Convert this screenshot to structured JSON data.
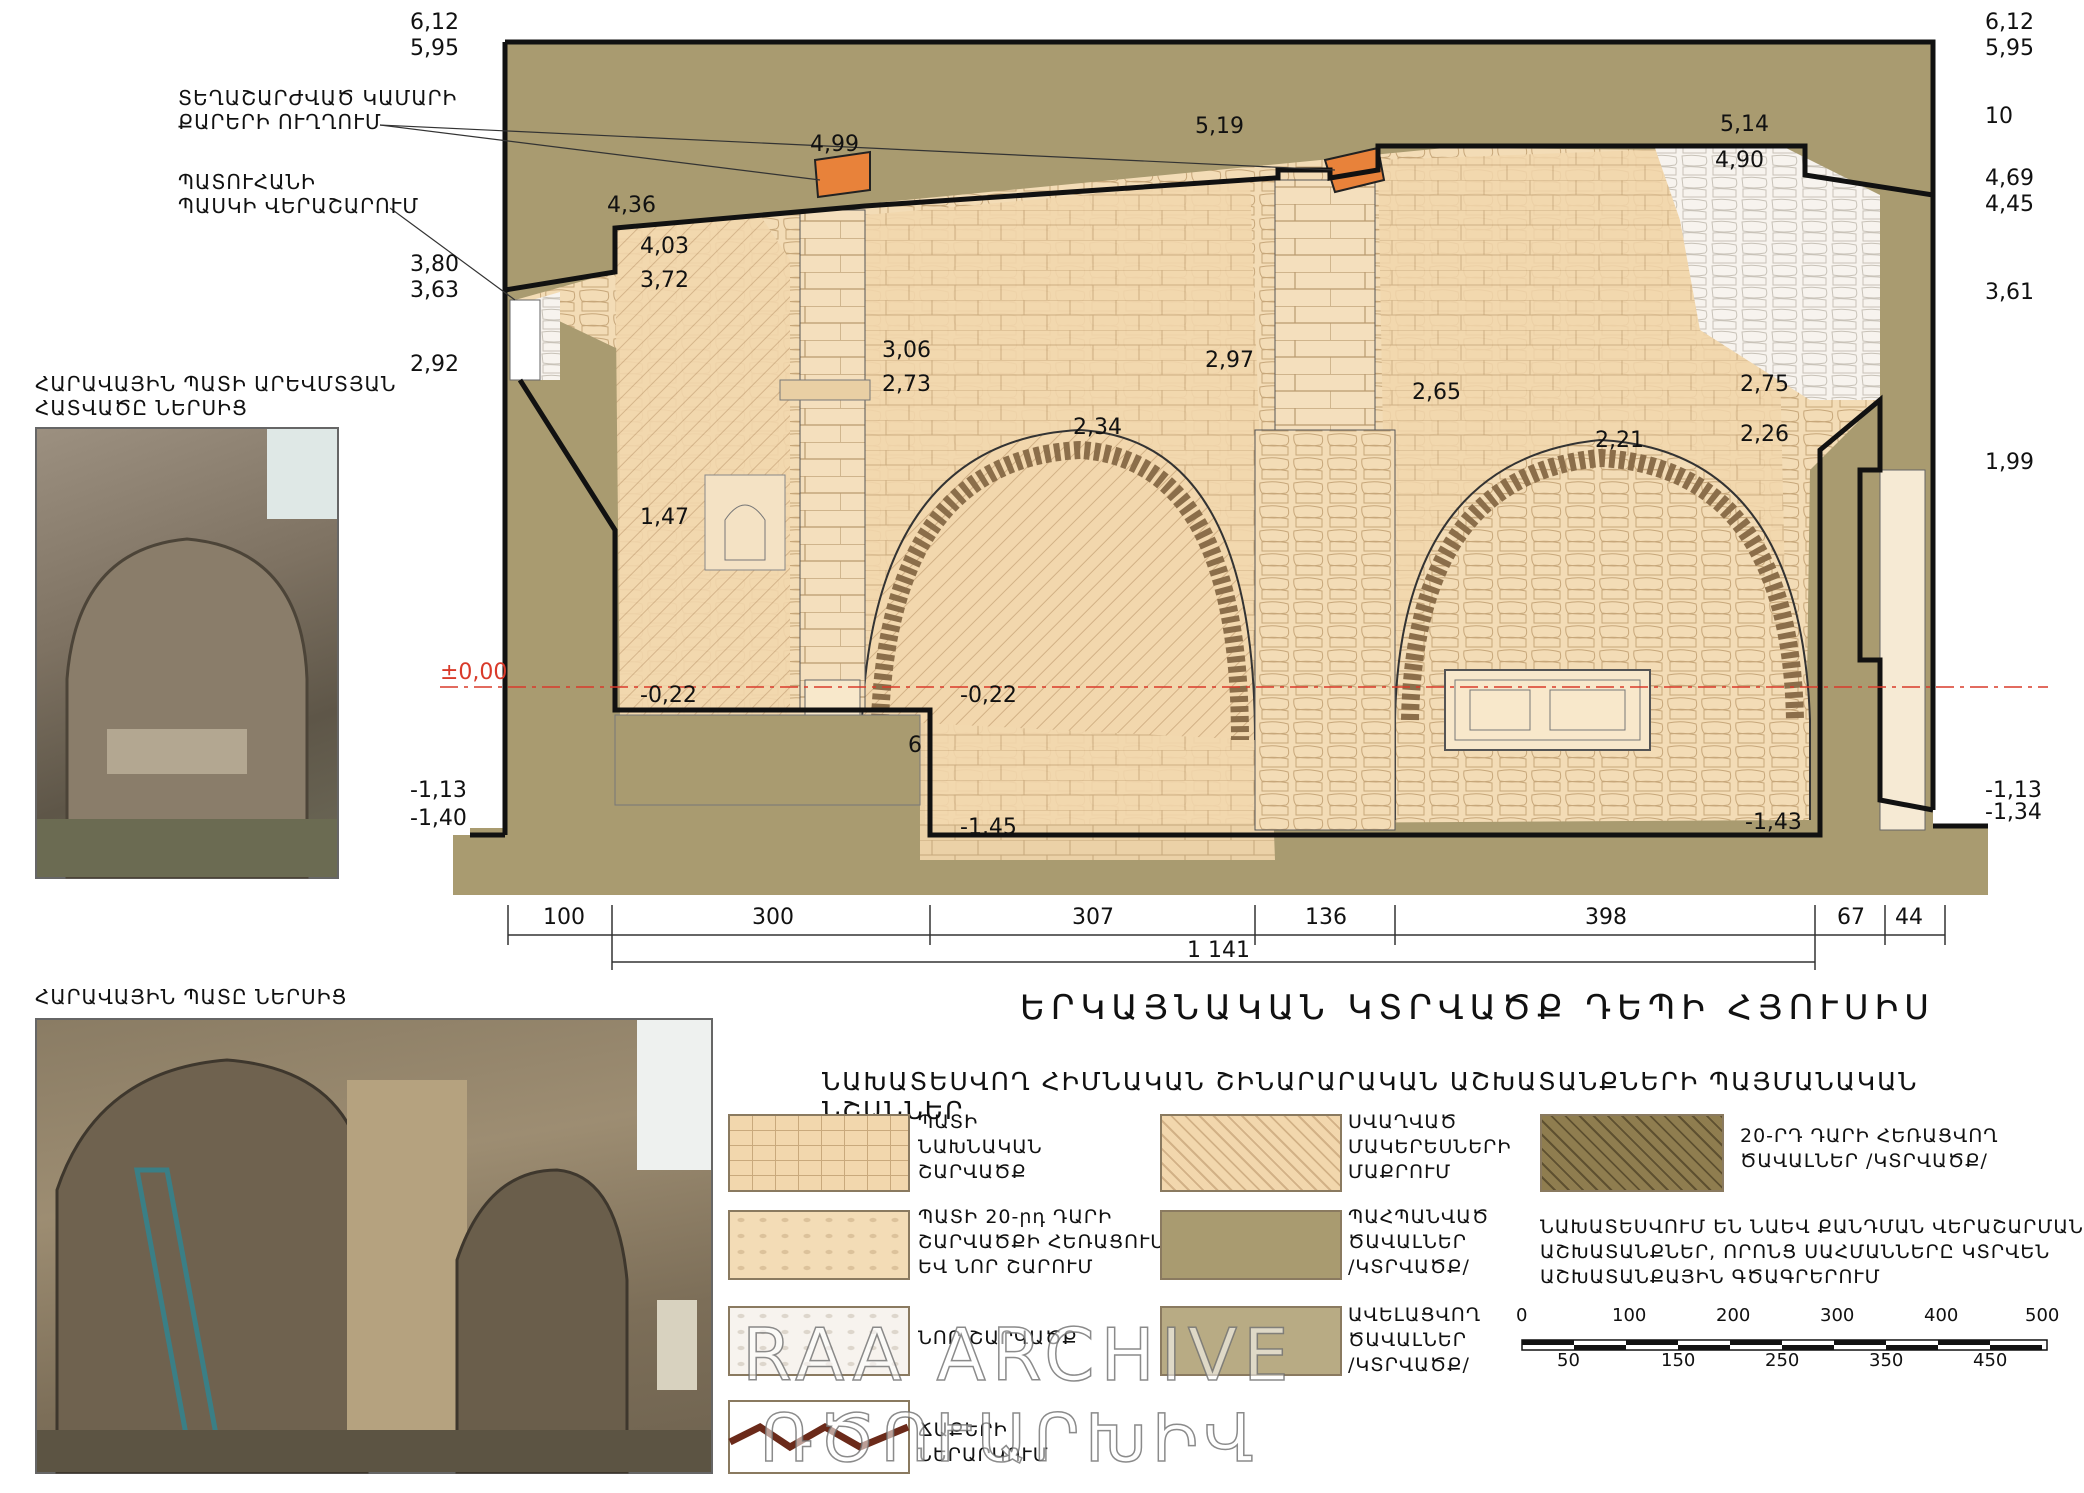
{
  "elevation_left": [
    {
      "id": "l612",
      "text": "6,12"
    },
    {
      "id": "l595",
      "text": "5,95"
    },
    {
      "id": "l380",
      "text": "3,80"
    },
    {
      "id": "l363",
      "text": "3,63"
    },
    {
      "id": "l292",
      "text": "2,92"
    },
    {
      "id": "l113",
      "text": "-1,13"
    },
    {
      "id": "l140",
      "text": "-1,40"
    }
  ],
  "elevation_right": [
    {
      "id": "r612",
      "text": "6,12"
    },
    {
      "id": "r595",
      "text": "5,95"
    },
    {
      "id": "r10",
      "text": "10"
    },
    {
      "id": "r469",
      "text": "4,69"
    },
    {
      "id": "r445",
      "text": "4,45"
    },
    {
      "id": "r361",
      "text": "3,61"
    },
    {
      "id": "r199",
      "text": "1,99"
    },
    {
      "id": "r113",
      "text": "-1,13"
    },
    {
      "id": "r134",
      "text": "-1,34"
    }
  ],
  "inner_marks": [
    {
      "id": "m499",
      "text": "4,99"
    },
    {
      "id": "m519",
      "text": "5,19"
    },
    {
      "id": "m514",
      "text": "5,14"
    },
    {
      "id": "m490",
      "text": "4,90"
    },
    {
      "id": "m436",
      "text": "4,36"
    },
    {
      "id": "m403",
      "text": "4,03"
    },
    {
      "id": "m372",
      "text": "3,72"
    },
    {
      "id": "m306",
      "text": "3,06"
    },
    {
      "id": "m273",
      "text": "2,73"
    },
    {
      "id": "m297",
      "text": "2,97"
    },
    {
      "id": "m265",
      "text": "2,65"
    },
    {
      "id": "m275",
      "text": "2,75"
    },
    {
      "id": "m234",
      "text": "2,34"
    },
    {
      "id": "m221",
      "text": "2,21"
    },
    {
      "id": "m226",
      "text": "2,26"
    },
    {
      "id": "m147",
      "text": "1,47"
    },
    {
      "id": "m022a",
      "text": "-0,22"
    },
    {
      "id": "m022b",
      "text": "-0,22"
    },
    {
      "id": "m6",
      "text": "6"
    },
    {
      "id": "m145",
      "text": "-1,45"
    },
    {
      "id": "m143",
      "text": "-1,43"
    },
    {
      "id": "m000",
      "text": "±0,00"
    }
  ],
  "dimensions": {
    "segments": [
      "100",
      "300",
      "307",
      "136",
      "398",
      "67",
      "44"
    ],
    "total": "1 141"
  },
  "callouts": {
    "arch_stones": "ՏԵՂԱՇԱՐԺՎԱԾ ԿԱՄԱՐԻ\nՔԱՐԵՐԻ ՈՒՂՂՈՒՄ",
    "parapet": "ՊԱՏՈՒՀԱՆԻ\nՊԱՍԿԻ ՎԵՐԱՇԱՐՈՒՄ"
  },
  "photos": {
    "west_caption": "ՀԱՐԱՎԱՅԻՆ ՊԱՏԻ ԱՐԵՎՄՏՅԱՆ\nՀԱՏՎԱԾԸ ՆԵՐՍԻՑ",
    "south_caption": "ՀԱՐԱՎԱՅԻՆ ՊԱՏԸ ՆԵՐՍԻՑ"
  },
  "section_title": "ԵՐԿԱՅՆԱԿԱՆ ԿՏՐՎԱԾՔ ԴԵՊԻ ՀՅՈՒՍԻՍ",
  "legend": {
    "title": "ՆԱԽԱՏԵՍՎՈՂ ՀԻՄՆԱԿԱՆ ՇԻՆԱՐԱՐԱԿԱՆ ԱՇԽԱՏԱՆՔՆԵՐԻ ՊԱՅՄԱՆԱԿԱՆ ՆՇԱՆՆԵՐ",
    "items": [
      {
        "text": "ՊԱՏԻ\nՆԱԽՆԱԿԱՆ\nՇԱՐՎԱԾՔ"
      },
      {
        "text": "ՊԱՏԻ 20-րդ ԴԱՐԻ\nՇԱՐՎԱԾՔԻ ՀԵՌԱՑՈՒՄ\nԵՎ ՆՈՐ ՇԱՐՈՒՄ"
      },
      {
        "text": "ՆՈՐ ՇԱՐՎԱԾՔ"
      },
      {
        "text": "ՃԱՔԵՐԻ\nՆԵՐԱՐԿՈՒՄ"
      },
      {
        "text": "ՍՎԱՂՎԱԾ\nՄԱԿԵՐԵՍՆԵՐԻ\nՄԱՔՐՈՒՄ"
      },
      {
        "text": "ՊԱՀՊԱՆՎԱԾ\nԾԱՎԱԼՆԵՐ\n/ԿՏՐՎԱԾՔ/"
      },
      {
        "text": "ԱՎԵԼԱՑՎՈՂ\nԾԱՎԱԼՆԵՐ\n/ԿՏՐՎԱԾՔ/"
      },
      {
        "text": "20-ՐԴ ԴԱՐԻ ՀԵՌԱՑՎՈՂ\nԾԱՎԱԼՆԵՐ /ԿՏՐՎԱԾՔ/"
      }
    ],
    "note": "ՆԱԽԱՏԵՍՎՈՒՄ ԵՆ ՆԱԵՎ ՔԱՆԴՄԱՆ ՎԵՐԱՇԱՐՄԱՆ\nԱՇԽԱՏԱՆՔՆԵՐ, ՈՐՈՆՑ ՍԱՀՄԱՆՆԵՐԸ ԿՏՐՎԵՆ\nԱՇԽԱՏԱՆՔԱՅԻՆ ԳԾԱԳՐԵՐՈՒՄ"
  },
  "scale_bar": {
    "top": [
      "0",
      "100",
      "200",
      "300",
      "400",
      "500"
    ],
    "bottom": [
      "50",
      "150",
      "250",
      "350",
      "450"
    ]
  },
  "watermark": {
    "line1": "RAA ARCHIVE",
    "line2": "ՌԾՈՒԱՐԽԻՎ"
  },
  "colors": {
    "stone": "#f2d7ad",
    "earth": "#a99b70",
    "new": "#8f7d4f",
    "orange": "#e8823a",
    "red": "#d93a2a"
  }
}
